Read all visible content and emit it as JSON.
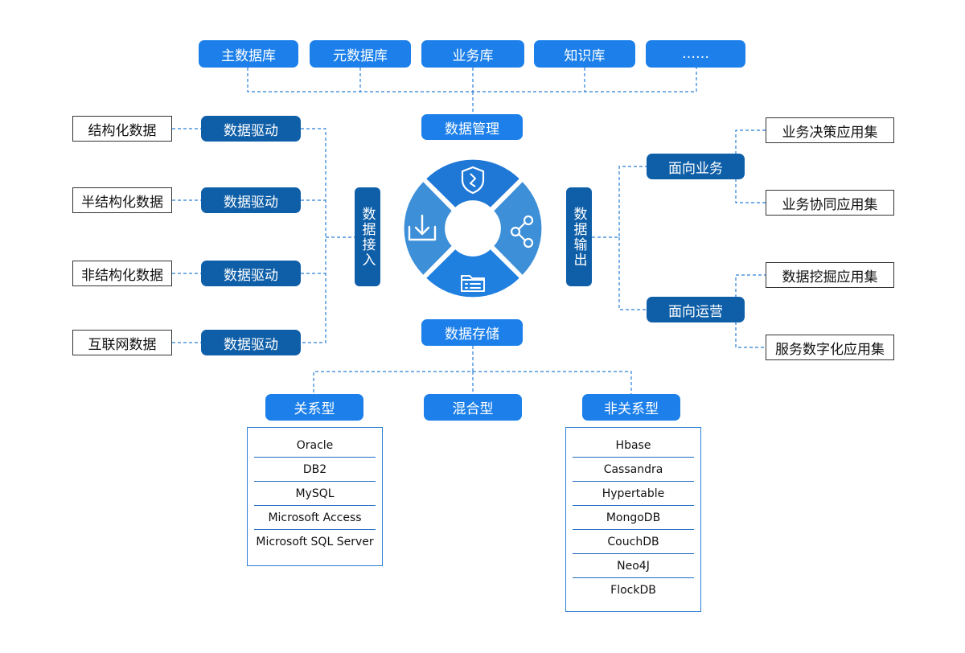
{
  "top_repos": [
    "主数据库",
    "元数据库",
    "业务库",
    "知识库",
    "……"
  ],
  "center": {
    "management": "数据管理",
    "storage": "数据存储",
    "ingest": "数据接入",
    "output": "数据输出"
  },
  "sources": [
    {
      "label": "结构化数据",
      "driver": "数据驱动"
    },
    {
      "label": "半结构化数据",
      "driver": "数据驱动"
    },
    {
      "label": "非结构化数据",
      "driver": "数据驱动"
    },
    {
      "label": "互联网数据",
      "driver": "数据驱动"
    }
  ],
  "outputs": [
    {
      "label": "面向业务",
      "apps": [
        "业务决策应用集",
        "业务协同应用集"
      ]
    },
    {
      "label": "面向运营",
      "apps": [
        "数据挖掘应用集",
        "服务数字化应用集"
      ]
    }
  ],
  "storage_types": {
    "relational": {
      "label": "关系型",
      "items": [
        "Oracle",
        "DB2",
        "MySQL",
        "Microsoft Access",
        "Microsoft SQL Server"
      ]
    },
    "hybrid": {
      "label": "混合型"
    },
    "nonrelational": {
      "label": "非关系型",
      "items": [
        "Hbase",
        "Cassandra",
        "Hypertable",
        "MongoDB",
        "CouchDB",
        "Neo4J",
        "FlockDB"
      ]
    }
  },
  "colors": {
    "bright": "#1d80ea",
    "dark": "#0f5fa8",
    "ring": "#3d8fd8",
    "ring_top": "#1f77d6",
    "line": "#2a7fd6"
  }
}
